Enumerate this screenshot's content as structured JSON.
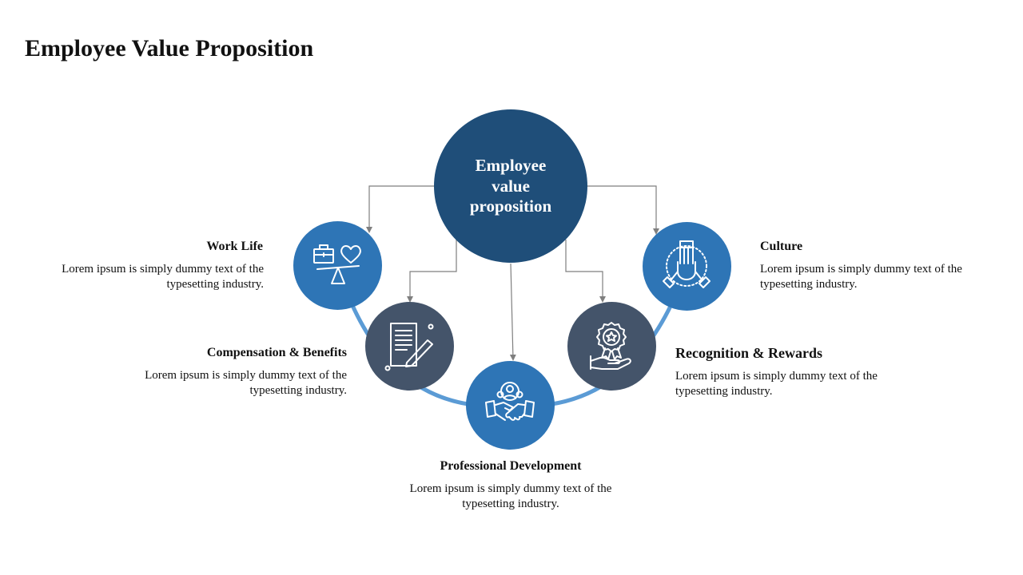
{
  "title": "Employee Value Proposition",
  "center": {
    "label": "Employee\nvalue\nproposition",
    "color": "#1f4e79"
  },
  "colors": {
    "blue": "#2e75b6",
    "slate": "#44546a",
    "arc": "#5b9bd5",
    "connector": "#7f7f7f"
  },
  "items": [
    {
      "heading": "Work Life",
      "text": "Lorem ipsum is simply dummy text of the typesetting industry.",
      "icon": "work-life-balance-icon"
    },
    {
      "heading": "Compensation & Benefits",
      "text": "Lorem ipsum is simply dummy text of the typesetting industry.",
      "icon": "contract-signing-icon"
    },
    {
      "heading": "Professional Development",
      "text": "Lorem ipsum is simply dummy text of the typesetting industry.",
      "icon": "team-handshake-icon"
    },
    {
      "heading": "Recognition & Rewards",
      "text": "Lorem ipsum is simply dummy text of the typesetting industry.",
      "icon": "award-hand-icon"
    },
    {
      "heading": "Culture",
      "text": "Lorem ipsum is simply dummy text of the typesetting industry.",
      "icon": "hands-together-icon"
    }
  ]
}
